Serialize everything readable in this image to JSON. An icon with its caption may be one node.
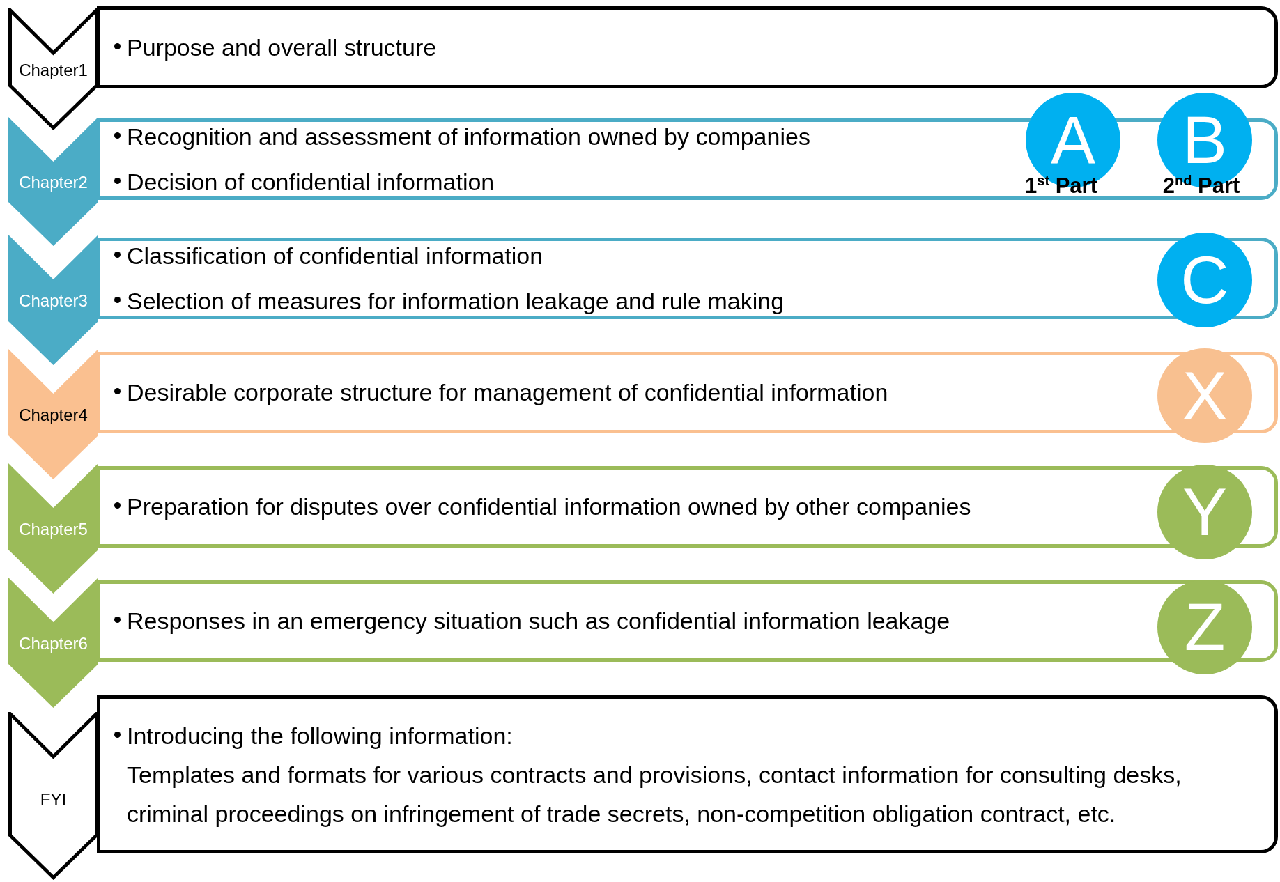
{
  "diagram": {
    "nodes": [
      {
        "text": [
          "Chapter1",
          "Purpose and overall structure"
        ]
      },
      {
        "text": [
          "Chapter2",
          "Recognition and assessment of information owned by companies",
          "Decision of confidential information"
        ]
      },
      {
        "text": [
          "A",
          "1$^{st}$ Part"
        ]
      },
      {
        "text": [
          "B",
          "2$^{nd}$ Part"
        ]
      },
      {
        "text": [
          "Chapter3",
          "Classification of confidential information",
          "Selection of measures for information leakage and rule making"
        ]
      },
      {
        "text": [
          "C"
        ]
      },
      {
        "text": [
          "Chapter4",
          "Desirable corporate structure for management of confidential information"
        ]
      },
      {
        "text": [
          "X"
        ]
      },
      {
        "text": [
          "Chapter5",
          "Preparation for disputes over confidential information owned by other companies"
        ]
      },
      {
        "text": [
          "Y"
        ]
      },
      {
        "text": [
          "Chapter6",
          "Responses in an emergency situation such as confidential information leakage"
        ]
      },
      {
        "text": [
          "Z"
        ]
      },
      {
        "text": [
          "FYI",
          "Introducing the following information:",
          "Templates and formats for various contracts and provisions, contact information for consulting desks, criminal proceedings on infringement of trade secrets, non-competition obligation contract, etc."
        ]
      }
    ],
    "edges": []
  }
}
